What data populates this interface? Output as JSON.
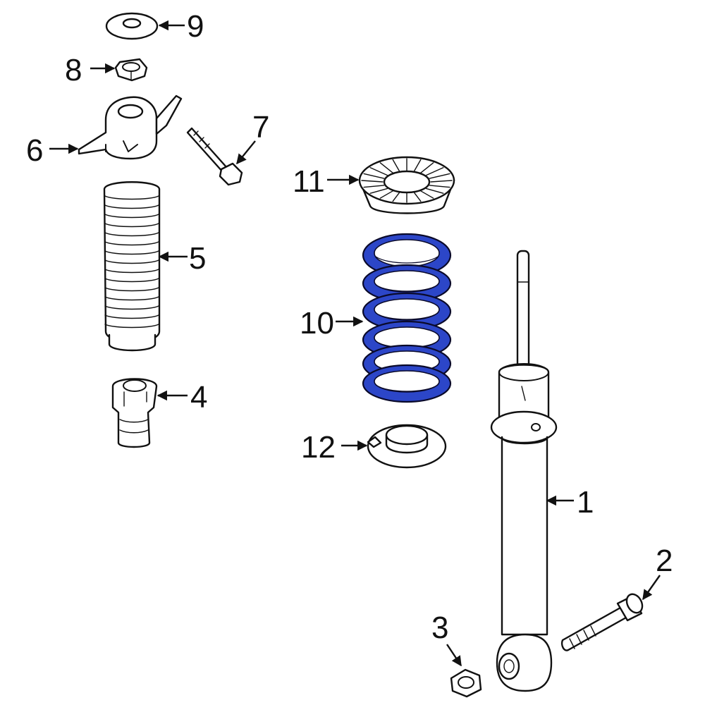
{
  "diagram": {
    "highlight_color": "#2c46c8",
    "callouts": {
      "c1": "1",
      "c2": "2",
      "c3": "3",
      "c4": "4",
      "c5": "5",
      "c6": "6",
      "c7": "7",
      "c8": "8",
      "c9": "9",
      "c10": "10",
      "c11": "11",
      "c12": "12"
    }
  }
}
